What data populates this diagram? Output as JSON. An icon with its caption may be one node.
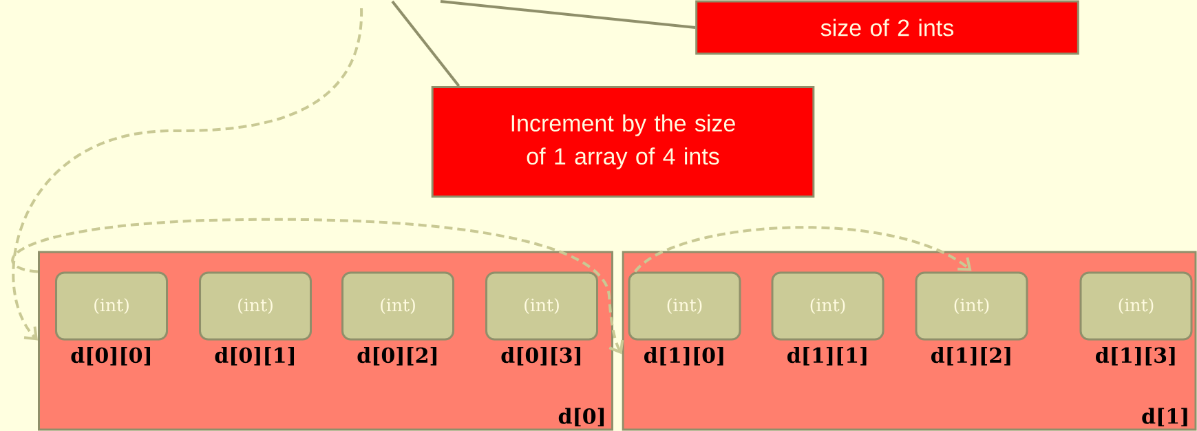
{
  "diagram": {
    "nodes": [
      {
        "text": [
          "size of 2 ints"
        ]
      },
      {
        "text": [
          "Increment by the size of 1 array of 4 ints"
        ]
      },
      {
        "text": [
          "d[0]"
        ]
      },
      {
        "text": [
          "(int)"
        ],
        "beside": [
          "d[0][0]"
        ],
        "in": 2
      },
      {
        "text": [
          "(int)"
        ],
        "beside": [
          "d[0][1]"
        ],
        "in": 2
      },
      {
        "text": [
          "(int)"
        ],
        "beside": [
          "d[0][2]"
        ],
        "in": 2
      },
      {
        "text": [
          "(int)"
        ],
        "beside": [
          "d[0][3]"
        ],
        "in": 2
      },
      {
        "text": [
          "d[1]"
        ]
      },
      {
        "text": [
          "(int)"
        ],
        "beside": [
          "d[1][0]"
        ],
        "in": 7
      },
      {
        "text": [
          "(int)"
        ],
        "beside": [
          "d[1][1]"
        ],
        "in": 7
      },
      {
        "text": [
          "(int)"
        ],
        "beside": [
          "d[1][2]"
        ],
        "in": 7
      },
      {
        "text": [
          "(int)"
        ],
        "beside": [
          "d[1][3]"
        ],
        "in": 7
      }
    ],
    "edges": [
      {
        "from": 0,
        "to": null,
        "arrow": "none"
      },
      {
        "from": 1,
        "to": null,
        "arrow": "none"
      },
      {
        "from": null,
        "to": 2,
        "arrow": "to",
        "style": "dashed",
        "color": "#c9c994"
      },
      {
        "from": 2,
        "to": 7,
        "arrow": "to",
        "style": "dashed",
        "color": "#c9c994"
      },
      {
        "from": 8,
        "to": 10,
        "arrow": "to",
        "style": "dashed",
        "color": "#c9c994"
      }
    ]
  }
}
